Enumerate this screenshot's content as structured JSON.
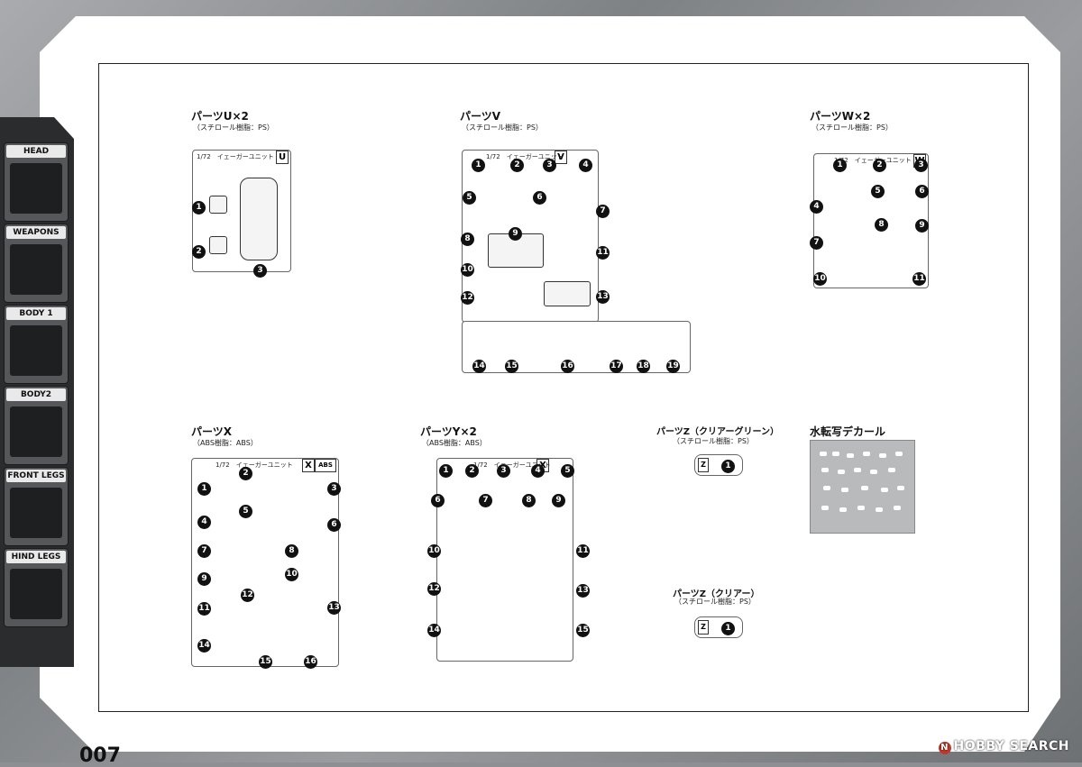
{
  "page": {
    "number": "007"
  },
  "sidebar": {
    "tabs": [
      "HEAD",
      "WEAPONS",
      "BODY 1",
      "BODY2",
      "FRONT LEGS",
      "HIND LEGS"
    ]
  },
  "runner_label": "1/72　イェーガーユニット",
  "parts": [
    {
      "id": "U",
      "title": "パーツU×2",
      "sub": "（スチロール樹脂：PS）",
      "letter": "U",
      "numbers": [
        "1",
        "2",
        "3"
      ]
    },
    {
      "id": "V",
      "title": "パーツV",
      "sub": "（スチロール樹脂：PS）",
      "letter": "V",
      "numbers": [
        "1",
        "2",
        "3",
        "4",
        "5",
        "6",
        "7",
        "8",
        "9",
        "10",
        "11",
        "12",
        "13",
        "14",
        "15",
        "16",
        "17",
        "18",
        "19"
      ]
    },
    {
      "id": "W",
      "title": "パーツW×2",
      "sub": "（スチロール樹脂：PS）",
      "letter": "W",
      "numbers": [
        "1",
        "2",
        "3",
        "4",
        "5",
        "6",
        "7",
        "8",
        "9",
        "10",
        "11"
      ]
    },
    {
      "id": "X",
      "title": "パーツX",
      "sub": "（ABS樹脂：ABS）",
      "letter": "X",
      "tag": "ABS",
      "numbers": [
        "1",
        "2",
        "3",
        "4",
        "5",
        "6",
        "7",
        "8",
        "9",
        "10",
        "11",
        "12",
        "13",
        "14",
        "15",
        "16"
      ]
    },
    {
      "id": "Y",
      "title": "パーツY×2",
      "sub": "（ABS樹脂：ABS）",
      "letter": "X",
      "numbers": [
        "1",
        "2",
        "3",
        "4",
        "5",
        "6",
        "7",
        "8",
        "9",
        "10",
        "11",
        "12",
        "13",
        "14",
        "15"
      ]
    },
    {
      "id": "Z1",
      "title": "パーツZ（クリアーグリーン）",
      "sub": "（スチロール樹脂：PS）",
      "letter": "Z",
      "numbers": [
        "1"
      ]
    },
    {
      "id": "Z2",
      "title": "パーツZ（クリアー）",
      "sub": "（スチロール樹脂：PS）",
      "letter": "Z",
      "numbers": [
        "1"
      ]
    }
  ],
  "decal": {
    "title": "水転写デカール"
  },
  "watermark": {
    "icon": "N",
    "text": "HOBBY SEARCH"
  }
}
